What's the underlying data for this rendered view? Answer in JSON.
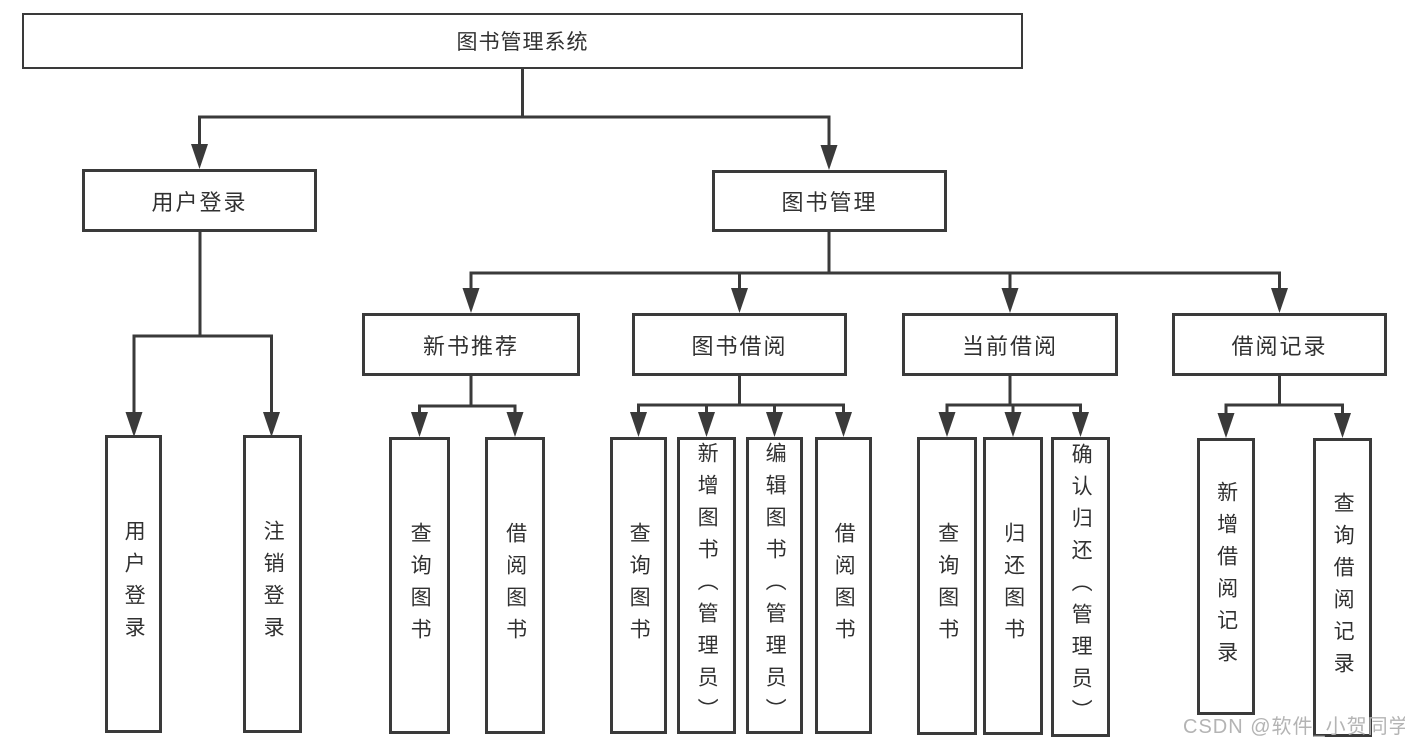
{
  "diagram": {
    "root": {
      "label": "图书管理系统"
    },
    "branches": [
      {
        "label": "用户登录",
        "children": [
          {
            "label": "用户登录"
          },
          {
            "label": "注销登录"
          }
        ]
      },
      {
        "label": "图书管理",
        "groups": [
          {
            "label": "新书推荐",
            "children": [
              {
                "label": "查询图书"
              },
              {
                "label": "借阅图书"
              }
            ]
          },
          {
            "label": "图书借阅",
            "children": [
              {
                "label": "查询图书"
              },
              {
                "label": "新增图书（管理员）"
              },
              {
                "label": "编辑图书（管理员）"
              },
              {
                "label": "借阅图书"
              }
            ]
          },
          {
            "label": "当前借阅",
            "children": [
              {
                "label": "查询图书"
              },
              {
                "label": "归还图书"
              },
              {
                "label": "确认归还（管理员）"
              }
            ]
          },
          {
            "label": "借阅记录",
            "children": [
              {
                "label": "新增借阅记录"
              },
              {
                "label": "查询借阅记录"
              }
            ]
          }
        ]
      }
    ]
  },
  "watermark": {
    "text": "CSDN @软件_小贺同学"
  },
  "colors": {
    "line": "#3a3a3a",
    "text": "#313131",
    "box_background": "#ffffff",
    "watermark": "#b4b4b4",
    "background": "#ffffff"
  }
}
